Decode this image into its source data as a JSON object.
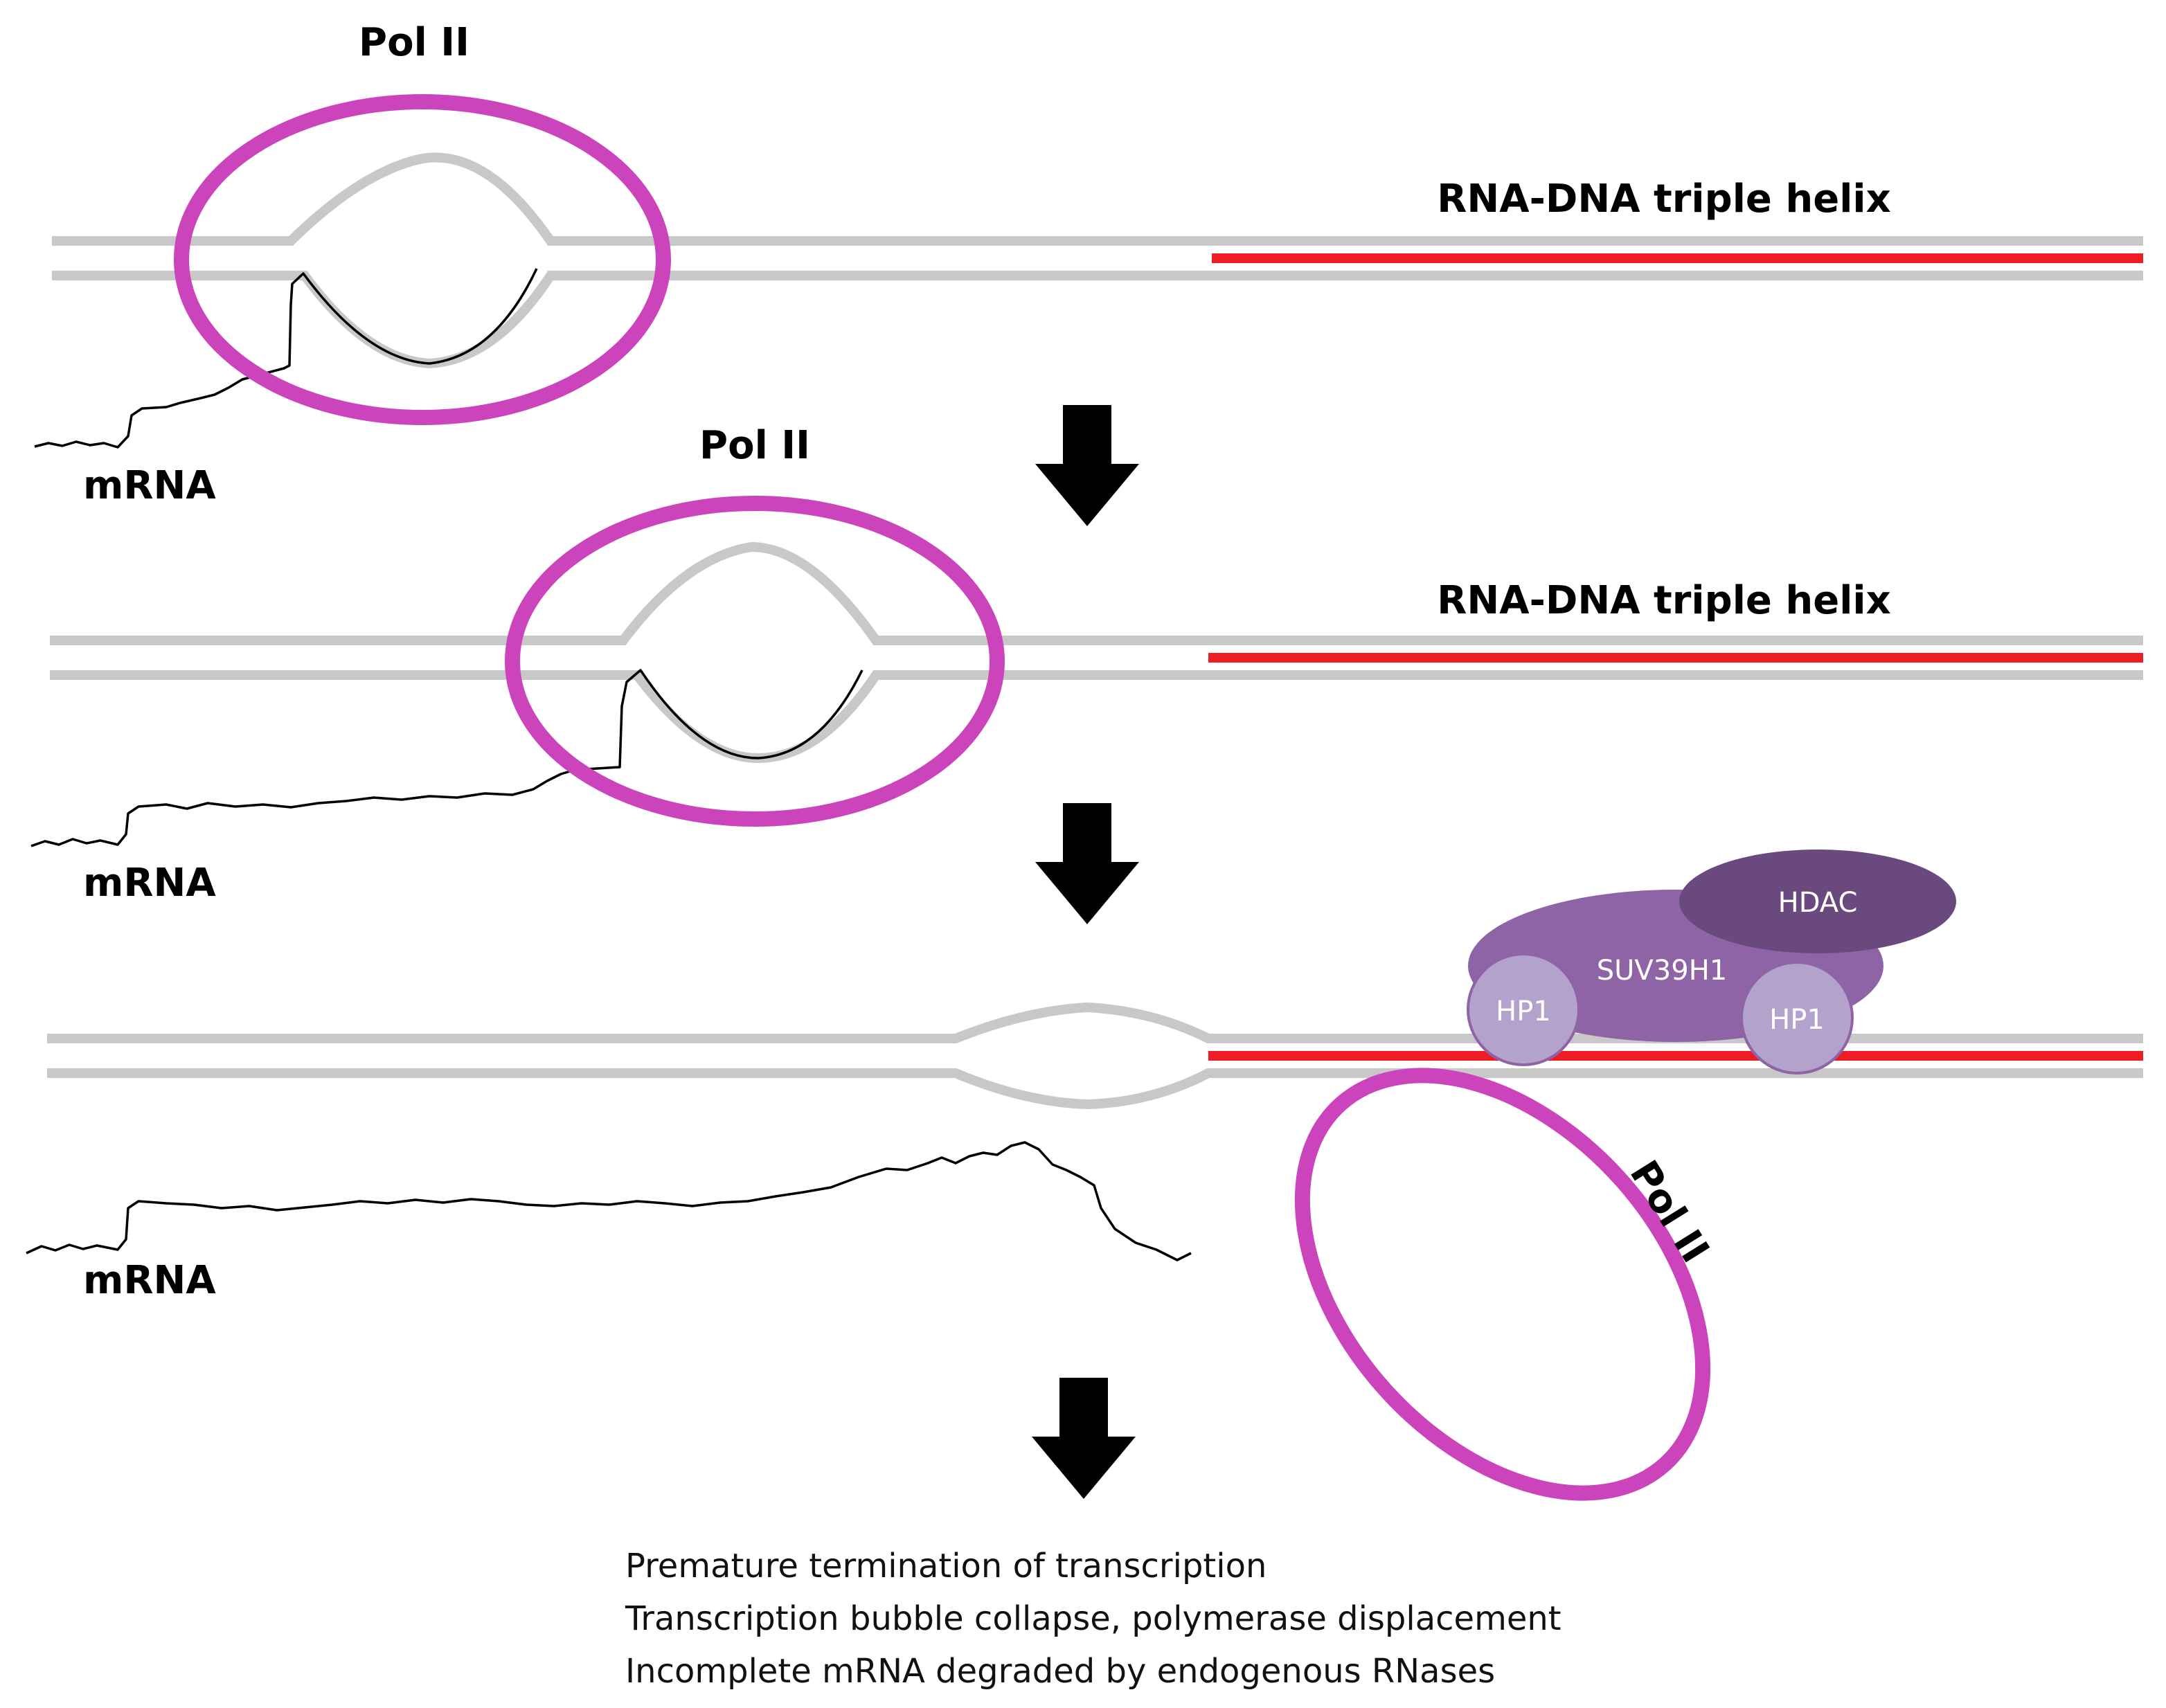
{
  "labels": {
    "pol_ii": "Pol II",
    "mrna": "mRNA",
    "triple_helix": "RNA-DNA triple helix",
    "hdac": "HDAC",
    "suv39h1": "SUV39H1",
    "hp1": "HP1"
  },
  "caption": [
    "Premature termination of transcription",
    "Transcription bubble collapse, polymerase displacement",
    "Incomplete mRNA degraded by endogenous RNases"
  ],
  "colors": {
    "dna": "#c8c8c8",
    "rna_dna_triplex": "#ee1c25",
    "pol_ii": "#cc44bb",
    "mrna": "#000000",
    "suv39h1": "#8e64a6",
    "hdac": "#6a4a7e",
    "hp1": "#b3a3cc",
    "arrow": "#000000"
  },
  "icons": [
    "down-arrow-icon",
    "down-arrow-icon",
    "down-arrow-icon"
  ]
}
